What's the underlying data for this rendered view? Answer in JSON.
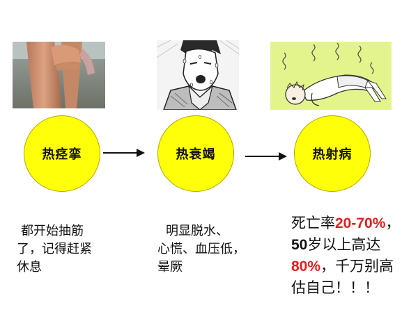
{
  "stages": [
    {
      "name": "热痉挛",
      "image": "leg-cramp-photo",
      "description_lines": [
        "都开始抽筋",
        "了，记得赶紧",
        "休息"
      ]
    },
    {
      "name": "热衰竭",
      "image": "sweating-man-manga",
      "description_lines": [
        "明显脱水、",
        "心慌、血压低，",
        "晕厥"
      ]
    },
    {
      "name": "热射病",
      "image": "collapsed-man-cartoon",
      "description": {
        "line1_text": "死亡率",
        "line1_rate": "20-70%",
        "line1_tail": "，",
        "line2_num": "50",
        "line2_text": "岁以上高达",
        "line3_rate": "80%",
        "line3_text": "，千万别高",
        "line4_text": "估自己！！！"
      }
    }
  ],
  "arrows": [
    "right-arrow",
    "right-arrow"
  ],
  "colors": {
    "circle_fill": "#ffff0a",
    "highlight": "#e02020",
    "cartoon_bg": "#e4f48c"
  }
}
